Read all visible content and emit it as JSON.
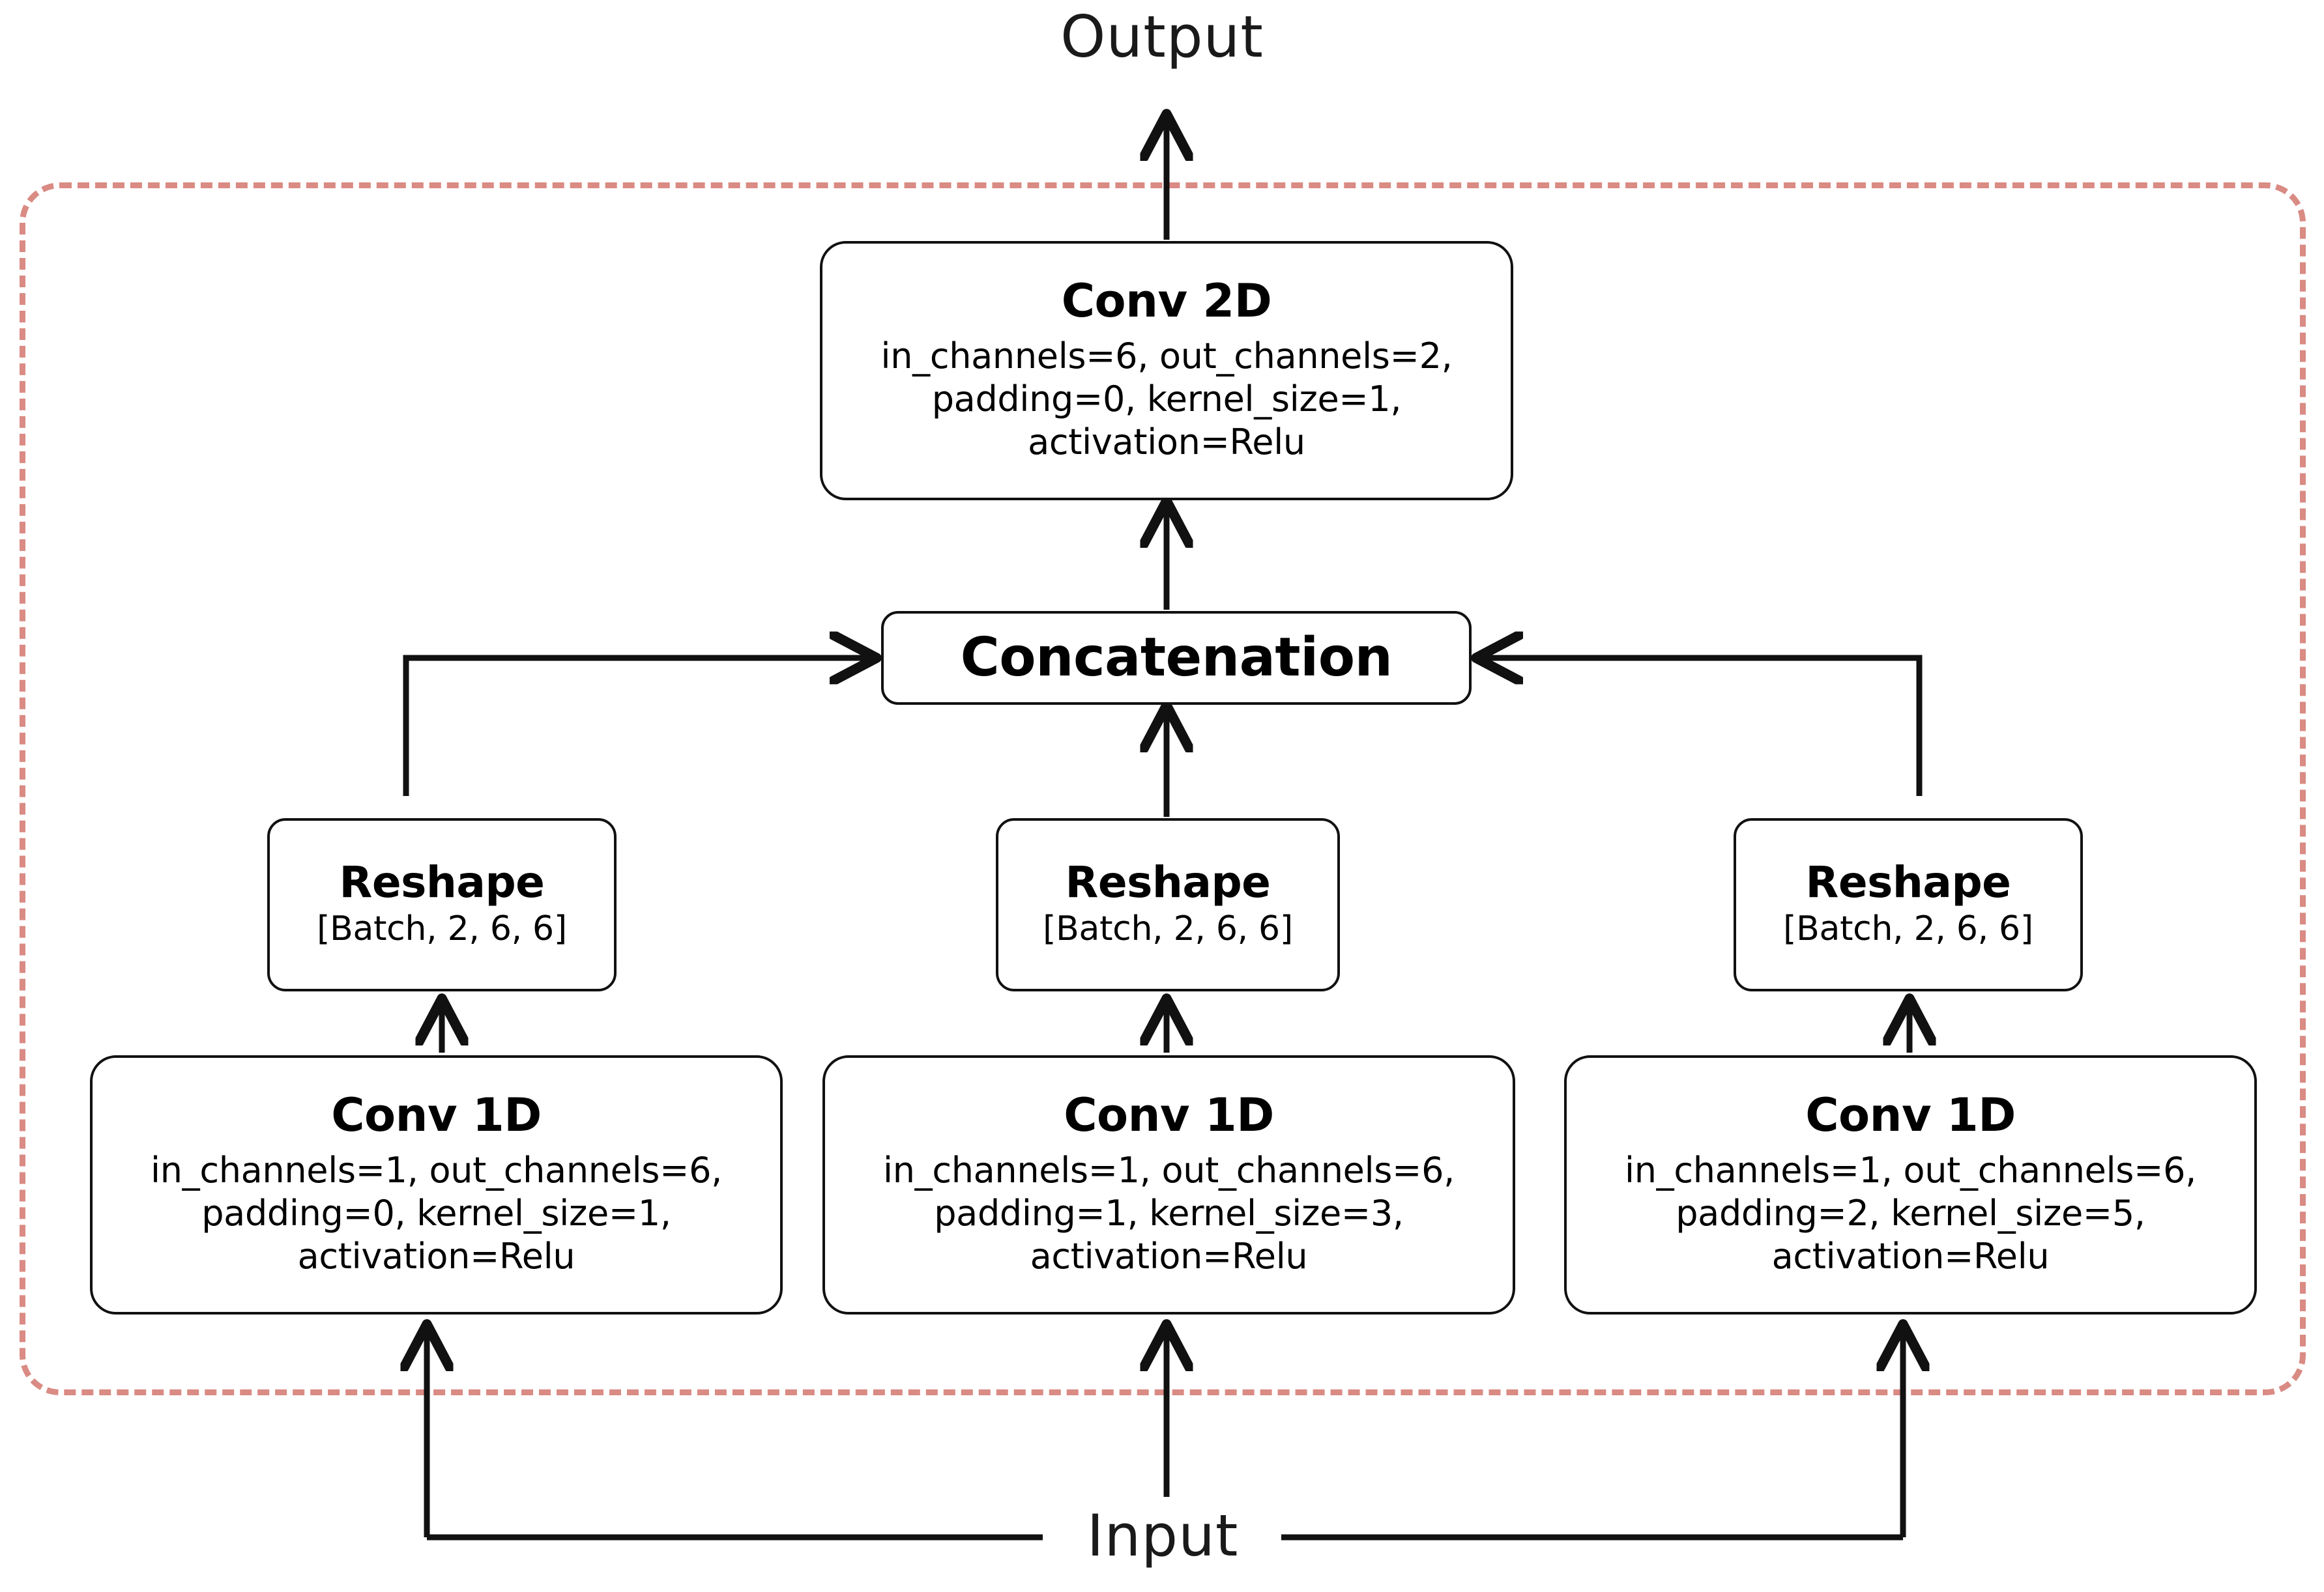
{
  "diagram": {
    "title_output": "Output",
    "title_input": "Input",
    "group_border_color": "#d98b84",
    "node_border_color": "#111111",
    "wire_color": "#111111"
  },
  "nodes": {
    "conv2d": {
      "title": "Conv 2D",
      "params": "in_channels=6, out_channels=2,\npadding=0, kernel_size=1,\nactivation=Relu"
    },
    "concatenation": {
      "title": "Concatenation"
    },
    "reshape_left": {
      "title": "Reshape",
      "shape": "[Batch, 2, 6, 6]"
    },
    "reshape_mid": {
      "title": "Reshape",
      "shape": "[Batch, 2, 6, 6]"
    },
    "reshape_right": {
      "title": "Reshape",
      "shape": "[Batch, 2, 6, 6]"
    },
    "conv1d_left": {
      "title": "Conv 1D",
      "params": "in_channels=1, out_channels=6,\npadding=0, kernel_size=1,\nactivation=Relu"
    },
    "conv1d_mid": {
      "title": "Conv 1D",
      "params": "in_channels=1, out_channels=6,\npadding=1, kernel_size=3,\nactivation=Relu"
    },
    "conv1d_right": {
      "title": "Conv 1D",
      "params": "in_channels=1, out_channels=6,\npadding=2, kernel_size=5,\nactivation=Relu"
    }
  },
  "edges": [
    {
      "from": "Input",
      "to": "Conv 1D (k=1)"
    },
    {
      "from": "Input",
      "to": "Conv 1D (k=3)"
    },
    {
      "from": "Input",
      "to": "Conv 1D (k=5)"
    },
    {
      "from": "Conv 1D (k=1)",
      "to": "Reshape left"
    },
    {
      "from": "Conv 1D (k=3)",
      "to": "Reshape middle"
    },
    {
      "from": "Conv 1D (k=5)",
      "to": "Reshape right"
    },
    {
      "from": "Reshape left",
      "to": "Concatenation"
    },
    {
      "from": "Reshape middle",
      "to": "Concatenation"
    },
    {
      "from": "Reshape right",
      "to": "Concatenation"
    },
    {
      "from": "Concatenation",
      "to": "Conv 2D"
    },
    {
      "from": "Conv 2D",
      "to": "Output"
    }
  ]
}
